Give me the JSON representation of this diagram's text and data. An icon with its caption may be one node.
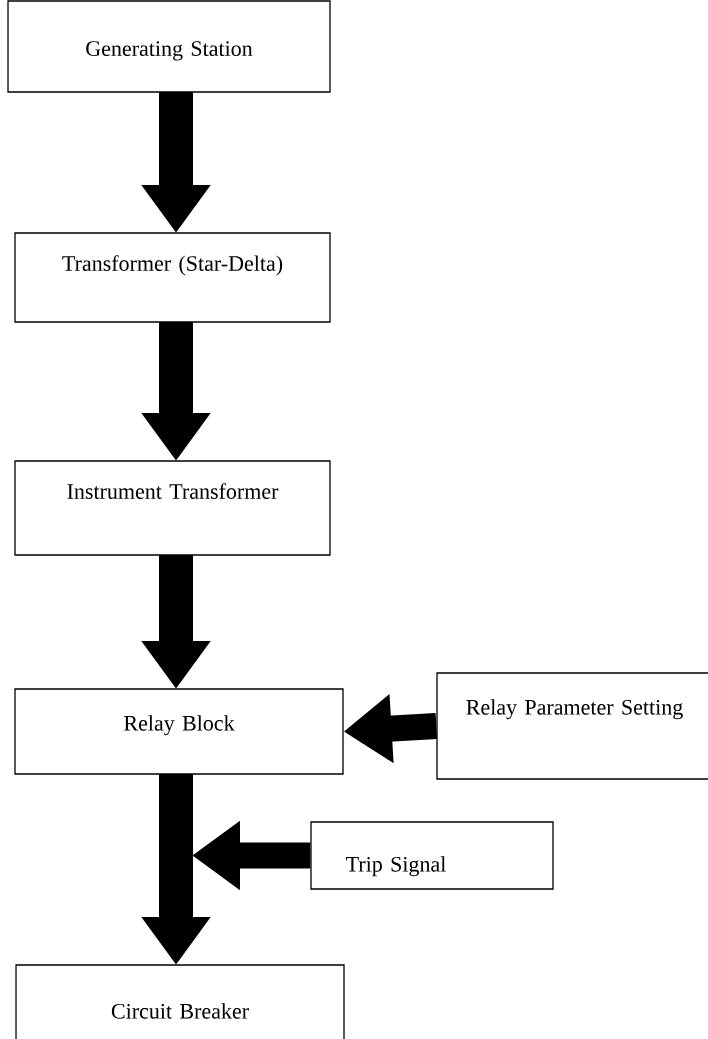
{
  "diagram": {
    "nodes": [
      {
        "text": [
          "Generating Station"
        ]
      },
      {
        "text": [
          "Transformer (Star-Delta)"
        ]
      },
      {
        "text": [
          "Instrument Transformer"
        ]
      },
      {
        "text": [
          "Relay Block"
        ]
      },
      {
        "text": [
          "Relay Parameter Setting"
        ]
      },
      {
        "text": [
          "Trip Signal"
        ]
      },
      {
        "text": [
          "Circuit Breaker"
        ]
      }
    ],
    "edges": [
      {
        "from": 0,
        "to": 1,
        "arrow": "to"
      },
      {
        "from": 1,
        "to": 2,
        "arrow": "to"
      },
      {
        "from": 2,
        "to": 3,
        "arrow": "to"
      },
      {
        "from": 4,
        "to": 3,
        "arrow": "to"
      },
      {
        "from": 3,
        "to": 6,
        "arrow": "to"
      },
      {
        "from": 5,
        "to": null,
        "arrow": "to"
      }
    ]
  }
}
